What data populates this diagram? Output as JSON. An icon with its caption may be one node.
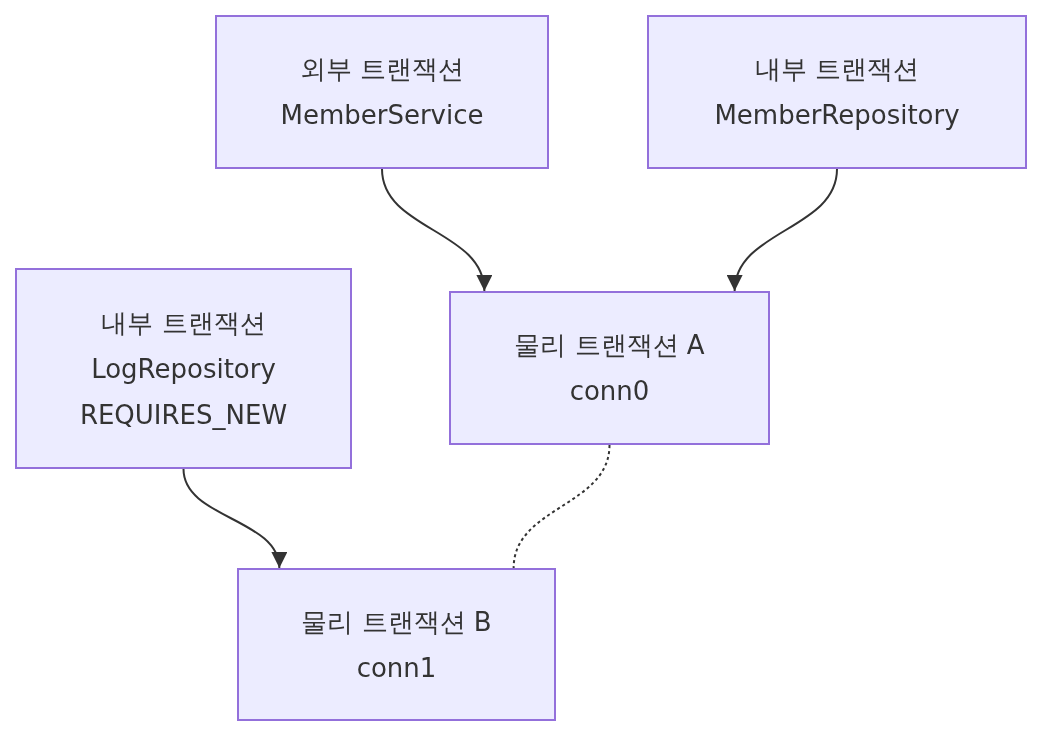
{
  "diagram": {
    "nodes": [
      {
        "text": [
          "외부 트랜잭션",
          "MemberService"
        ]
      },
      {
        "text": [
          "내부 트랜잭션",
          "MemberRepository"
        ]
      },
      {
        "text": [
          "내부 트랜잭션",
          "LogRepository",
          "REQUIRES_NEW"
        ]
      },
      {
        "text": [
          "물리 트랜잭션 A",
          "conn0"
        ]
      },
      {
        "text": [
          "물리 트랜잭션 B",
          "conn1"
        ]
      }
    ],
    "edges": [
      {
        "from": 0,
        "to": 3,
        "arrow": "to"
      },
      {
        "from": 1,
        "to": 3,
        "arrow": "to"
      },
      {
        "from": 2,
        "to": 4,
        "arrow": "to"
      },
      {
        "from": 3,
        "to": 4,
        "arrow": "none",
        "style": "dashed"
      }
    ]
  }
}
